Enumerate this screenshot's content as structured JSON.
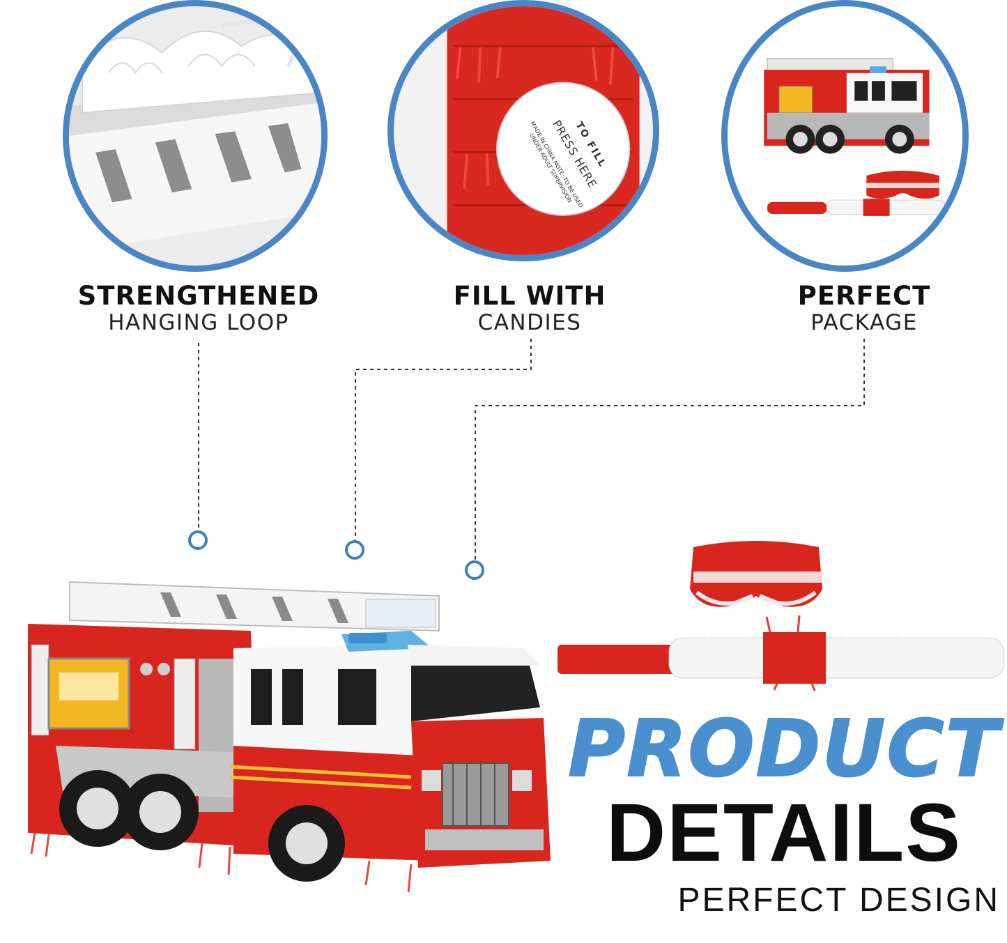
{
  "features": [
    {
      "title": "STRENGTHENED",
      "subtitle": "HANGING LOOP"
    },
    {
      "title": "FILL WITH",
      "subtitle": "CANDIES"
    },
    {
      "title": "PERFECT",
      "subtitle": "PACKAGE"
    }
  ],
  "sticker": {
    "line1": "TO FILL",
    "line2": "PRESS HERE",
    "ring_text": "MADE IN CHINA  NOTE: TO BE USED UNDER ADULT SUPERVISION"
  },
  "headline": {
    "line1": "PRODUCT",
    "line2": "DETAILS",
    "line3": "PERFECT DESIGN"
  },
  "colors": {
    "accent_blue": "#4a86c5",
    "truck_red": "#d8261e",
    "headline_blue": "#4a8fce"
  }
}
